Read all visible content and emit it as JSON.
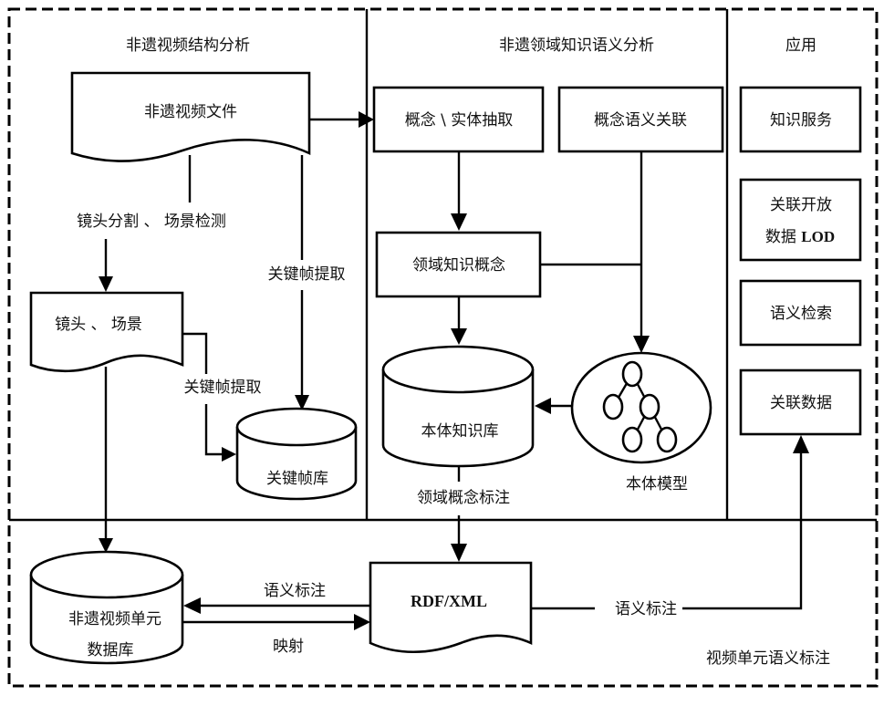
{
  "sections": {
    "video_structure": {
      "title": "非遗视频结构分析"
    },
    "domain_semantic": {
      "title": "非遗领域知识语义分析"
    },
    "application": {
      "title": "应用"
    },
    "annotation": {
      "title": "视频单元语义标注"
    }
  },
  "nodes": {
    "video_file": "非遗视频文件",
    "shot_scene": "镜头 、 场景",
    "keyframe_db": "关键帧库",
    "concept_extract": "概念 \\ 实体抽取",
    "concept_relation": "概念语义关联",
    "domain_concept": "领域知识概念",
    "ontology_kb": "本体知识库",
    "ontology_model": "本体模型",
    "knowledge_service": "知识服务",
    "lod_line1": "关联开放",
    "lod_line2_cn": "数据 ",
    "lod_line2_en": "LOD",
    "semantic_search": "语义检索",
    "linked_data": "关联数据",
    "unit_db_line1": "非遗视频单元",
    "unit_db_line2": "数据库",
    "rdf_xml": "RDF/XML"
  },
  "edges": {
    "shot_segmentation": "镜头分割 、 场景检测",
    "keyframe_extract_1": "关键帧提取",
    "keyframe_extract_2": "关键帧提取",
    "domain_concept_annotation": "领域概念标注",
    "semantic_annotation_left": "语义标注",
    "mapping": "映射",
    "semantic_annotation_right": "语义标注"
  }
}
